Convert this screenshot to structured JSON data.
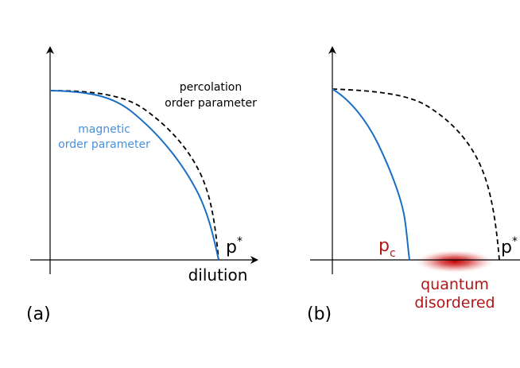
{
  "panel_a": {
    "label": "(a)",
    "percolation_label_line1": "percolation",
    "percolation_label_line2": "order parameter",
    "magnetic_label_line1": "magnetic",
    "magnetic_label_line2": "order parameter",
    "p_star_base": "p",
    "p_star_sup": "*",
    "x_axis_label": "dilution"
  },
  "panel_b": {
    "label": "(b)",
    "pc_base": "p",
    "pc_sub": "c",
    "p_star_base": "p",
    "p_star_sup": "*",
    "quantum_line1": "quantum",
    "quantum_line2": "disordered"
  },
  "colors": {
    "magnetic": "#1a6fc4",
    "magnetic_label": "#4a90d9",
    "percolation": "#000000",
    "quantum": "#b01818"
  }
}
